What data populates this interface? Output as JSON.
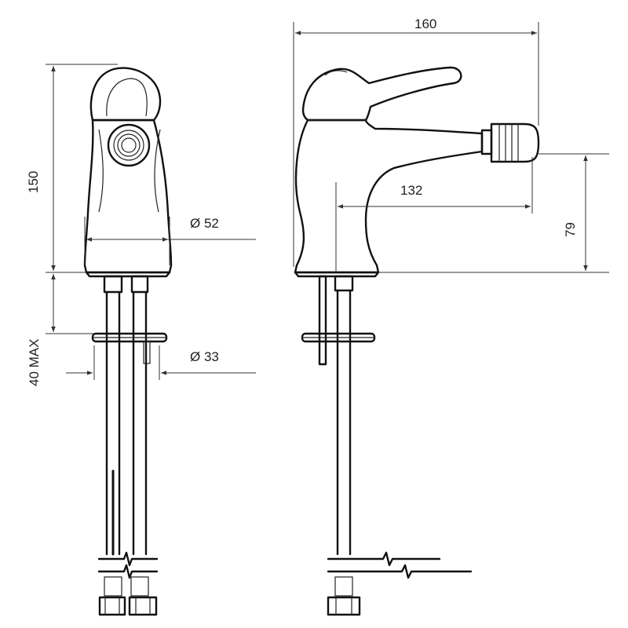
{
  "dimensions": {
    "overall_height": "150",
    "mount_max": "40  MAX",
    "body_diameter": "Ø 52",
    "shank_diameter": "Ø 33",
    "overall_length": "160",
    "spout_reach": "132",
    "outlet_height": "79"
  },
  "colors": {
    "line": "#111111",
    "dimension": "#333333",
    "background": "#ffffff"
  }
}
